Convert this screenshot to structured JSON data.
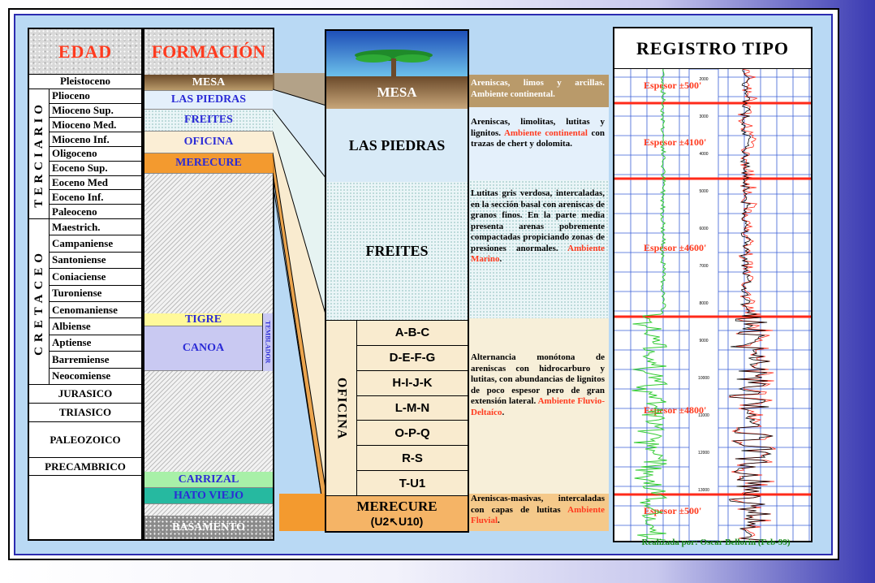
{
  "edad": {
    "title": "EDAD",
    "top": [
      "Pleistoceno"
    ],
    "terciario_label": "TERCIARIO",
    "terciario": [
      "Plioceno",
      "Mioceno Sup.",
      "Mioceno Med.",
      "Mioceno Inf.",
      "Oligoceno",
      "Eoceno Sup.",
      "Eoceno Med",
      "Eoceno Inf.",
      "Paleoceno"
    ],
    "cretaceo_label": "CRETACEO",
    "cretaceo": [
      "Maestrich.",
      "Campaniense",
      "Santoniense",
      "Coniaciense",
      "Turoniense",
      "Cenomaniense",
      "Albiense",
      "Aptiense",
      "Barremiense",
      "Neocomiense"
    ],
    "bottom": [
      "JURASICO",
      "TRIASICO",
      "PALEOZOICO",
      "PRECAMBRICO"
    ]
  },
  "formacion": {
    "title": "FORMACIÓN",
    "mesa": "MESA",
    "las_piedras": "LAS PIEDRAS",
    "freites": "FREITES",
    "oficina": "OFICINA",
    "merecure": "MERECURE",
    "tigre": "TIGRE",
    "canoa": "CANOA",
    "temblador": "TEMBLADOR",
    "carrizal": "CARRIZAL",
    "hato_viejo": "HATO VIEJO",
    "basamento": "BASAMENTO"
  },
  "column": {
    "mesa": "MESA",
    "las_piedras": "LAS PIEDRAS",
    "freites": "FREITES",
    "oficina_label": "OFICINA",
    "oficina_units": [
      "A-B-C",
      "D-E-F-G",
      "H-I-J-K",
      "L-M-N",
      "O-P-Q",
      "R-S",
      "T-U1"
    ],
    "merecure": "MERECURE",
    "merecure_sub": "(U2↖U10)"
  },
  "descriptions": {
    "mesa": {
      "text": "Areniscas, limos y arcillas. Ambiente continental."
    },
    "las_piedras": {
      "text": "Areniscas, limolitas, lutitas y lignitos.",
      "highlight": "Ambiente continental",
      "tail": "con trazas de chert y dolomita."
    },
    "freites": {
      "text": "Lutitas gris verdosa, intercaladas, en la sección basal con areniscas de granos finos. En la parte media presenta arenas pobremente compactadas propiciando zonas de presiones anormales.",
      "highlight": "Ambiente Marino",
      "tail": "."
    },
    "oficina": {
      "text": "Alternancia monótona de areniscas con hidrocarburo y lutitas, con abundancias de lignitos de poco espesor pero de gran extensión lateral.",
      "highlight": "Ambiente Fluvio-Deltaíco",
      "tail": "."
    },
    "merecure": {
      "text": "Areniscas-masivas, intercaladas con capas de lutitas",
      "highlight": "Ambiente Fluvial",
      "tail": "."
    }
  },
  "registro": {
    "title": "REGISTRO TIPO",
    "espesores": [
      "Espesor ±500'",
      "Espesor ±4100'",
      "Espesor ±4600'",
      "Espesor ±4800'",
      "Espesor ±500'"
    ],
    "depth_ticks": [
      "2000",
      "3000",
      "4000",
      "5000",
      "6000",
      "7000",
      "8000",
      "9000",
      "10000",
      "11000",
      "12000",
      "13000"
    ],
    "credit": "Realizada por: Oscar Bellorin (Feb-99)"
  },
  "colors": {
    "accent_red": "#ff3b1f",
    "formation_blue": "#2b2bd6",
    "panel_blue": "#b9d9f4",
    "credit_green": "#1a8a1a",
    "log_green": "#33cc33"
  }
}
